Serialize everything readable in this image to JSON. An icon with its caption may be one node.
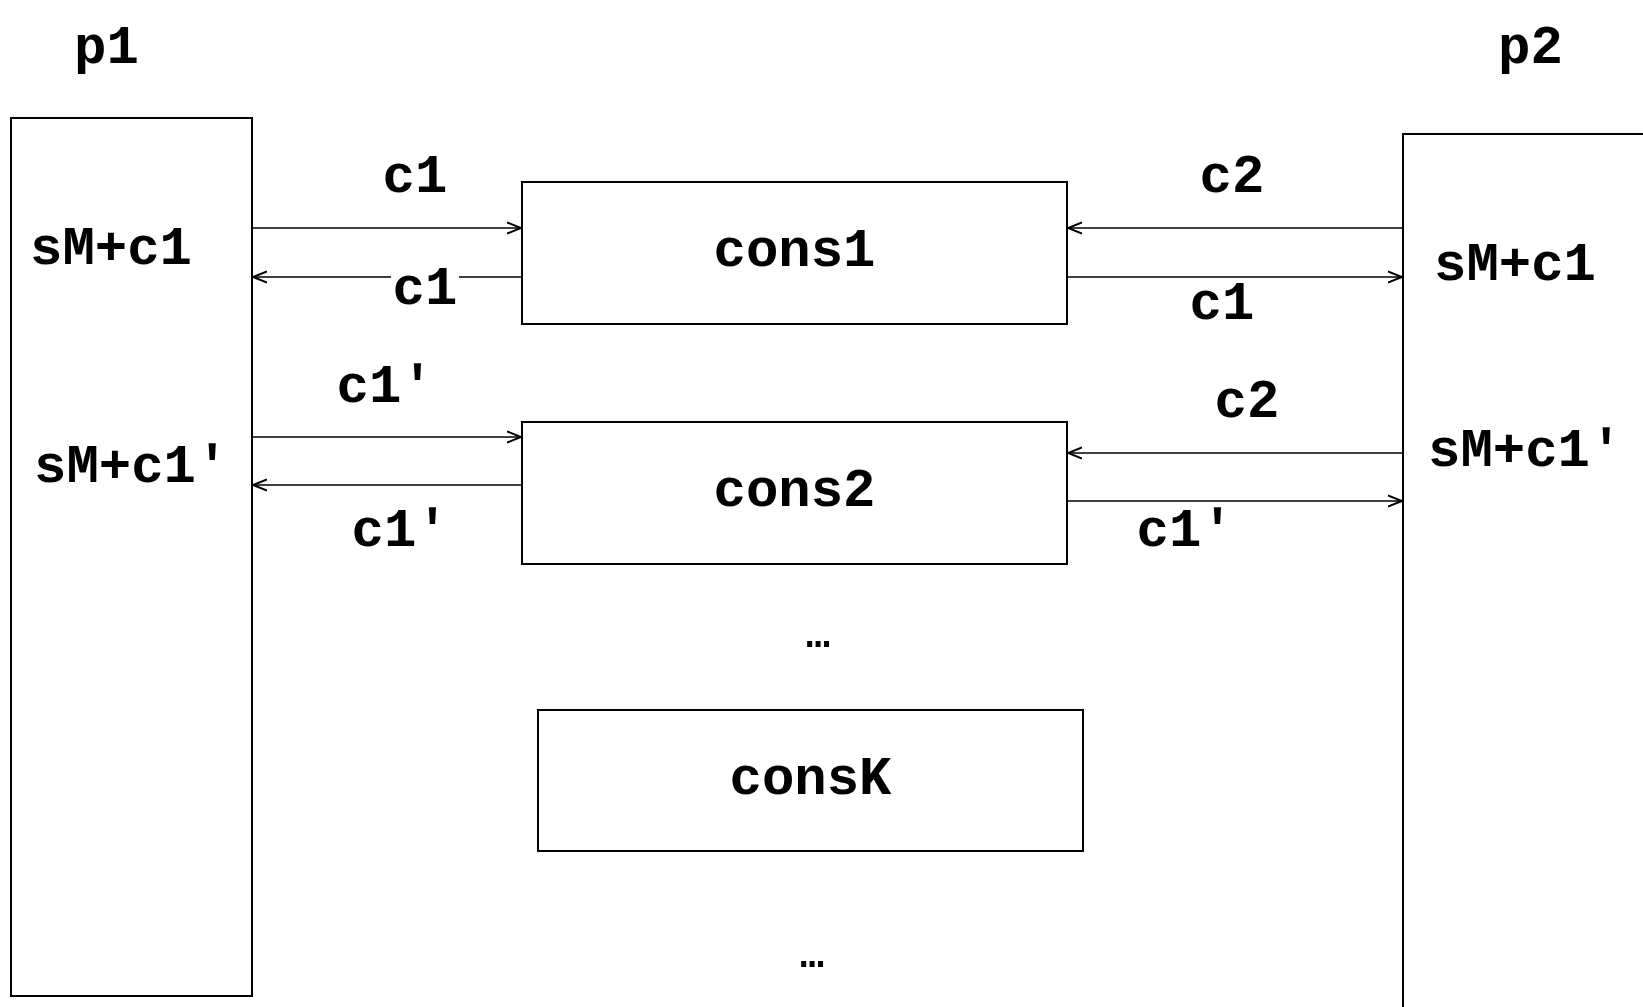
{
  "diagram": {
    "nodes": [
      {
        "text": [
          "p1",
          "sM+c1",
          "sM+c1′"
        ]
      },
      {
        "text": [
          "cons1"
        ]
      },
      {
        "text": [
          "cons2"
        ]
      },
      {
        "text": [
          "consK"
        ]
      },
      {
        "text": [
          "p2",
          "sM+c1",
          "sM+c1′"
        ]
      }
    ],
    "edges": [
      {
        "from": 0,
        "to": 1,
        "arrow": "to",
        "label": "c1"
      },
      {
        "from": 1,
        "to": 0,
        "arrow": "to",
        "label": "c1"
      },
      {
        "from": 0,
        "to": 2,
        "arrow": "to",
        "label": "c1′"
      },
      {
        "from": 2,
        "to": 0,
        "arrow": "to",
        "label": "c1′"
      },
      {
        "from": 4,
        "to": 1,
        "arrow": "to",
        "label": "c2"
      },
      {
        "from": 1,
        "to": 4,
        "arrow": "to",
        "label": "c1"
      },
      {
        "from": 4,
        "to": 2,
        "arrow": "to",
        "label": "c2"
      },
      {
        "from": 2,
        "to": 4,
        "arrow": "to",
        "label": "c1′"
      }
    ],
    "labels": [
      "…",
      "…"
    ]
  }
}
